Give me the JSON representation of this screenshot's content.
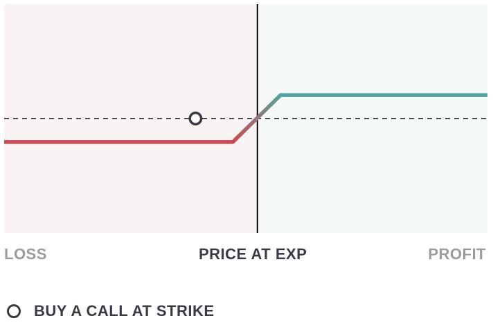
{
  "chart_data": {
    "type": "line",
    "title": "",
    "xlabel": "PRICE AT EXP",
    "left_label": "LOSS",
    "right_label": "PROFIT",
    "x_range": [
      0,
      100
    ],
    "y_range": [
      -100,
      100
    ],
    "breakeven_x": 52.4,
    "zero_line": "dashed",
    "grid": false,
    "series": [
      {
        "name": "BUY A CALL AT STRIKE",
        "values": [
          {
            "x": 0,
            "y": -32
          },
          {
            "x": 47.3,
            "y": -32
          },
          {
            "x": 57.2,
            "y": 32
          },
          {
            "x": 100,
            "y": 32
          }
        ]
      }
    ],
    "markers": [
      {
        "x": 39.6,
        "y": 0,
        "shape": "open-circle"
      }
    ],
    "legend": {
      "placement": "bottom-left",
      "entries": [
        "BUY A CALL AT STRIKE"
      ]
    },
    "colors": {
      "loss_line": "#cc4a52",
      "profit_line": "#55a39c",
      "loss_bg": "#f9f3f3",
      "profit_bg": "#f4f8f7",
      "axis": "#000000",
      "dark_text": "#3a3a44",
      "muted_text": "#9b9b9b"
    }
  }
}
